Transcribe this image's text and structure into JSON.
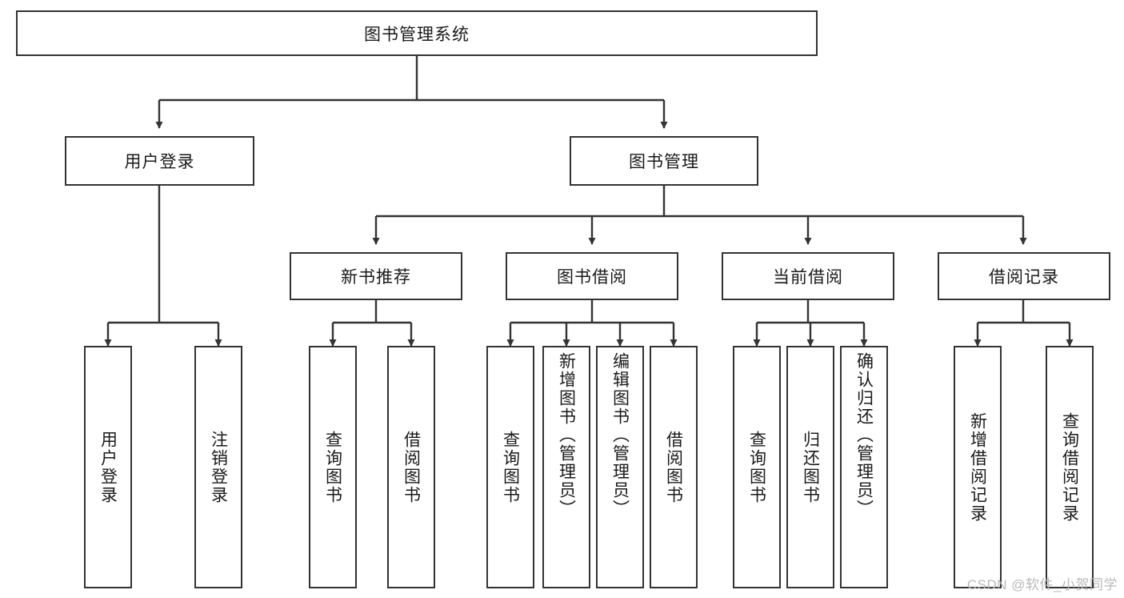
{
  "diagram": {
    "title_node": {
      "label": "图书管理系统"
    },
    "level2": [
      {
        "id": "user-login",
        "label": "用户登录"
      },
      {
        "id": "book-management",
        "label": "图书管理"
      }
    ],
    "level3": [
      {
        "id": "new-book-recommend",
        "label": "新书推荐"
      },
      {
        "id": "book-borrow",
        "label": "图书借阅"
      },
      {
        "id": "current-borrow",
        "label": "当前借阅"
      },
      {
        "id": "borrow-record",
        "label": "借阅记录"
      }
    ],
    "leaves": {
      "user_login": [
        {
          "id": "leaf-user-login",
          "label": "用户登录"
        },
        {
          "id": "leaf-logout-login",
          "label": "注销登录"
        }
      ],
      "new_book_recommend": [
        {
          "id": "leaf-query-book-1",
          "label": "查询图书"
        },
        {
          "id": "leaf-borrow-book-1",
          "label": "借阅图书"
        }
      ],
      "book_borrow": [
        {
          "id": "leaf-query-book-2",
          "label": "查询图书"
        },
        {
          "id": "leaf-add-book",
          "label": "新增图书（管理员）"
        },
        {
          "id": "leaf-edit-book",
          "label": "编辑图书（管理员）"
        },
        {
          "id": "leaf-borrow-book-2",
          "label": "借阅图书"
        }
      ],
      "current_borrow": [
        {
          "id": "leaf-query-book-3",
          "label": "查询图书"
        },
        {
          "id": "leaf-return-book",
          "label": "归还图书"
        },
        {
          "id": "leaf-confirm-return",
          "label": "确认归还（管理员）"
        }
      ],
      "borrow_record": [
        {
          "id": "leaf-add-borrow-record",
          "label": "新增借阅记录"
        },
        {
          "id": "leaf-query-borrow-record",
          "label": "查询借阅记录"
        }
      ]
    }
  },
  "watermark": {
    "text": "CSDN @软件_小贺同学"
  },
  "colors": {
    "stroke": "#333333",
    "background": "#ffffff",
    "text": "#1a1a1a",
    "watermark": "#b9b9b9"
  }
}
